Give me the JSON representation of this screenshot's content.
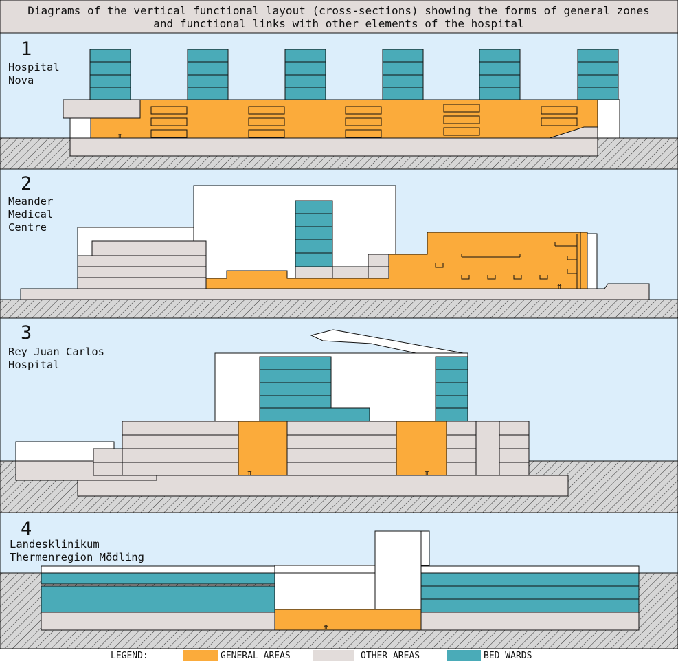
{
  "title": {
    "line1": "Diagrams of the vertical functional layout (cross-sections) showing the forms of general zones",
    "line2": "and functional links with other elements of the hospital"
  },
  "panels": [
    {
      "number": "1",
      "name_lines": [
        "Hospital",
        "Nova"
      ]
    },
    {
      "number": "2",
      "name_lines": [
        "Meander",
        "Medical",
        "Centre"
      ]
    },
    {
      "number": "3",
      "name_lines": [
        "Rey Juan Carlos",
        "Hospital"
      ]
    },
    {
      "number": "4",
      "name_lines": [
        "Landesklinikum",
        "Thermenregion Mödling"
      ]
    }
  ],
  "legend": {
    "label": "LEGEND:",
    "items": [
      {
        "label": "GENERAL AREAS",
        "color": "#FBAB3B"
      },
      {
        "label": "OTHER AREAS",
        "color": "#E2DCDA"
      },
      {
        "label": "BED WARDS",
        "color": "#4AABB8"
      }
    ]
  },
  "colors": {
    "sky": "#DCEEFB",
    "general": "#FBAB3B",
    "other": "#E2DCDA",
    "ward": "#4AABB8",
    "ground": "#D3D3D3",
    "outline": "#111111",
    "titlebar": "#E2DCDA"
  },
  "entrance_glyph": "⇈"
}
